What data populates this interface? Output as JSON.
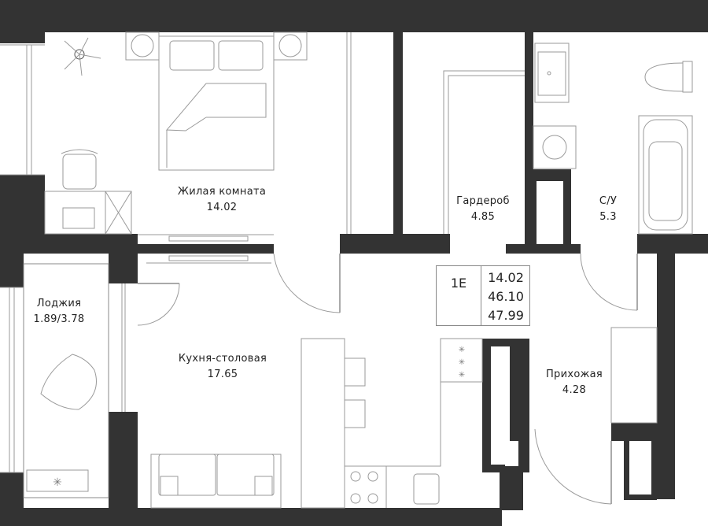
{
  "plan": {
    "colors": {
      "wall": "#333333",
      "floor": "#ffffff",
      "line": "#9a9a9a"
    },
    "rooms": [
      {
        "id": "living",
        "name": "Жилая комната",
        "area": "14.02"
      },
      {
        "id": "wardrobe",
        "name": "Гардероб",
        "area": "4.85"
      },
      {
        "id": "bathroom",
        "name": "С/У",
        "area": "5.3"
      },
      {
        "id": "loggia",
        "name": "Лоджия",
        "area": "1.89/3.78"
      },
      {
        "id": "kitchen",
        "name": "Кухня-столовая",
        "area": "17.65"
      },
      {
        "id": "hallway",
        "name": "Прихожая",
        "area": "4.28"
      }
    ],
    "summary": {
      "type": "1E",
      "living_area": "14.02",
      "total_area": "46.10",
      "total_area_with_loggia": "47.99"
    }
  }
}
